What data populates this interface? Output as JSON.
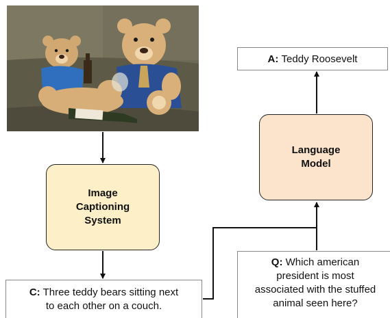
{
  "image_captioning": {
    "line1": "Image",
    "line2": "Captioning",
    "line3": "System"
  },
  "language_model": {
    "line1": "Language",
    "line2": "Model"
  },
  "answer": {
    "prefix": "A:",
    "text": "Teddy Roosevelt"
  },
  "caption": {
    "prefix": "C:",
    "line1": "Three teddy bears sitting next",
    "line2": "to each other on a couch."
  },
  "question": {
    "prefix": "Q:",
    "line1": "Which american",
    "line2": "president is most",
    "line3": "associated with the stuffed",
    "line4": "animal seen here?"
  },
  "colors": {
    "captioning_fill": "#fdf0c9",
    "language_model_fill": "#fbe3cc",
    "arrow": "#111111"
  },
  "photo": {
    "subject": "three teddy bears on a couch with a wine bottle and glass"
  }
}
